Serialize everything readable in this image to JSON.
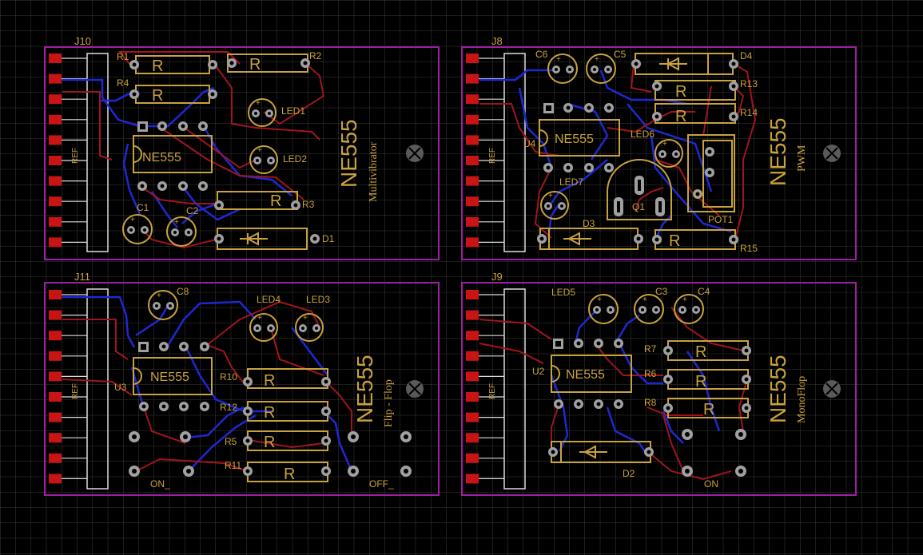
{
  "colors": {
    "background": "#000000",
    "grid": "#3a3a3a",
    "outline": "#a01ea0",
    "silk": "#c8a23c",
    "top_copper": "#a0141e",
    "bottom_copper": "#1e28d2",
    "pad": "#a0a0a0",
    "smd": "#c81414"
  },
  "boards": [
    {
      "connector": "J10",
      "ref_label": "REF",
      "title": "NE555",
      "subtitle": "Multivibrator",
      "ic": "NE555",
      "labels": [
        "R1",
        "R2",
        "R4",
        "R3",
        "LED1",
        "LED2",
        "C1",
        "C2",
        "D1"
      ],
      "resistor_symbol": "R"
    },
    {
      "connector": "J8",
      "ref_label": "REF",
      "title": "NE555",
      "subtitle": "PWM",
      "ic": "NE555",
      "ic_ref": "U4",
      "labels": [
        "C6",
        "C5",
        "D4",
        "R13",
        "R14",
        "LED6",
        "LED7",
        "D3",
        "Q1",
        "POT1",
        "R15"
      ],
      "resistor_symbol": "R"
    },
    {
      "connector": "J11",
      "ref_label": "REF",
      "title": "NE555",
      "subtitle": "Flip - Flop",
      "ic": "NE555",
      "ic_ref": "U3",
      "labels": [
        "C8",
        "LED4",
        "LED3",
        "R10",
        "R12",
        "R5",
        "R11",
        "ON_",
        "OFF_"
      ],
      "resistor_symbol": "R"
    },
    {
      "connector": "J9",
      "ref_label": "REF",
      "title": "NE555",
      "subtitle": "MonoFlop",
      "ic": "NE555",
      "ic_ref": "U2",
      "labels": [
        "LED5",
        "C3",
        "C4",
        "R7",
        "R6",
        "R8",
        "D2",
        "ON"
      ],
      "resistor_symbol": "R"
    }
  ]
}
